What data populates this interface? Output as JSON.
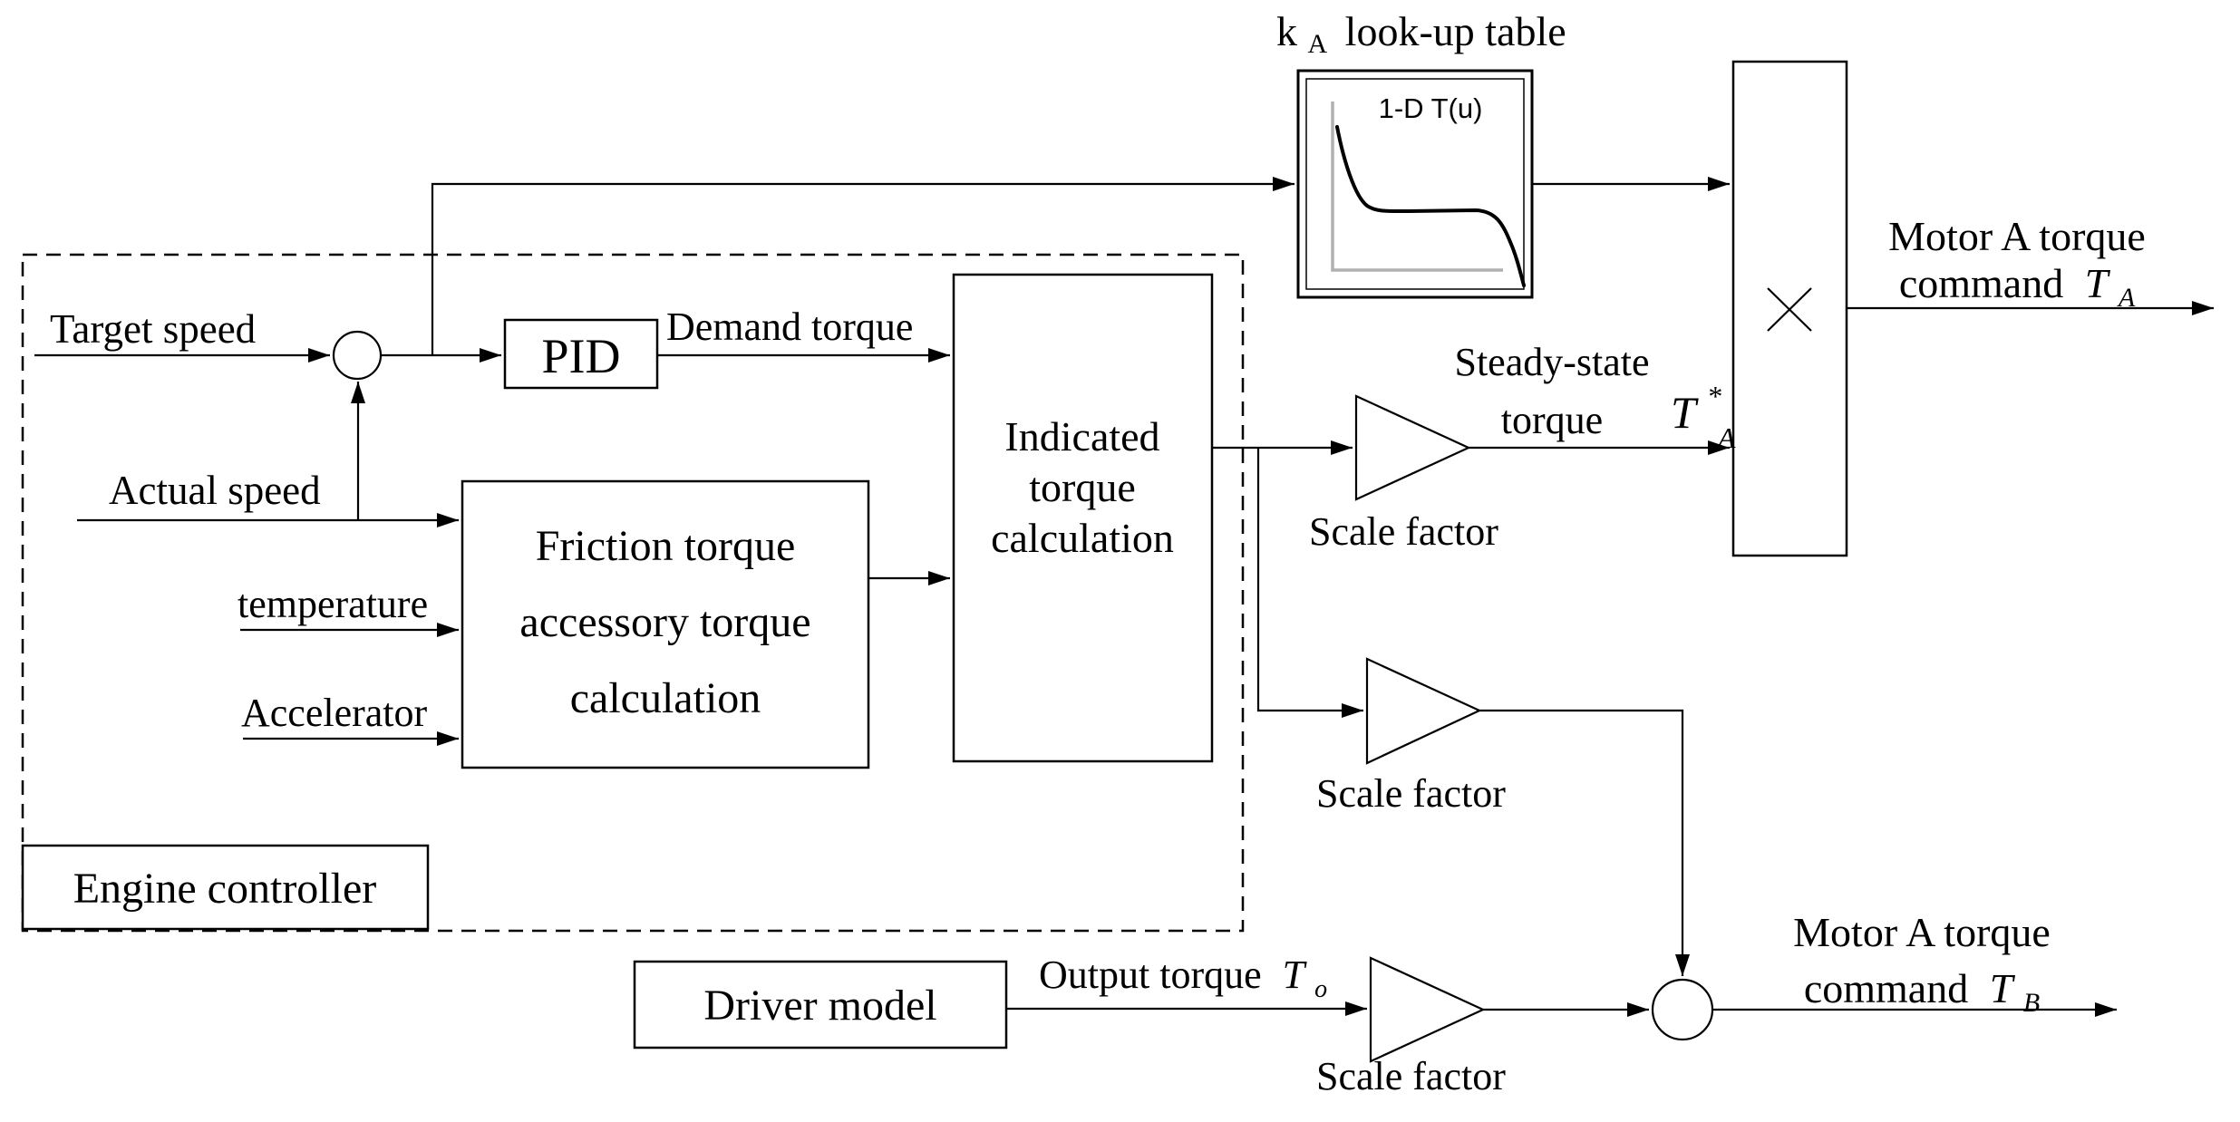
{
  "title": "Engine controller torque command block diagram",
  "colors": {
    "line": "#000000",
    "background": "#ffffff",
    "axis_gray": "#b0b0b0"
  },
  "inputs": {
    "target_speed": "Target speed",
    "actual_speed": "Actual speed",
    "temperature": "temperature",
    "accelerator": "Accelerator"
  },
  "blocks": {
    "engine_controller": "Engine controller",
    "pid": "PID",
    "friction": {
      "line1": "Friction torque",
      "line2": "accessory torque",
      "line3": "calculation"
    },
    "indicated": {
      "line1": "Indicated",
      "line2": "torque",
      "line3": "calculation"
    },
    "driver_model": "Driver model",
    "multiply_symbol": "multiply"
  },
  "lookup": {
    "title_base": "k",
    "title_sub": "A",
    "title_rest": "look-up table",
    "inner_label": "1-D T(u)"
  },
  "signals": {
    "demand_torque": "Demand torque",
    "steady_state_line1": "Steady-state",
    "steady_state_line2": "torque",
    "scale_factor": "Scale factor",
    "ta_star": {
      "base": "T",
      "sup": "*",
      "sub": "A"
    },
    "output_torque": {
      "text": "Output torque",
      "sym": "T",
      "sub": "o"
    },
    "motor_a": {
      "line1": "Motor A torque",
      "line2_word": "command",
      "sym": "T",
      "sub": "A"
    },
    "motor_b": {
      "line1": "Motor A torque",
      "line2_word": "command",
      "sym": "T",
      "sub": "B"
    }
  }
}
